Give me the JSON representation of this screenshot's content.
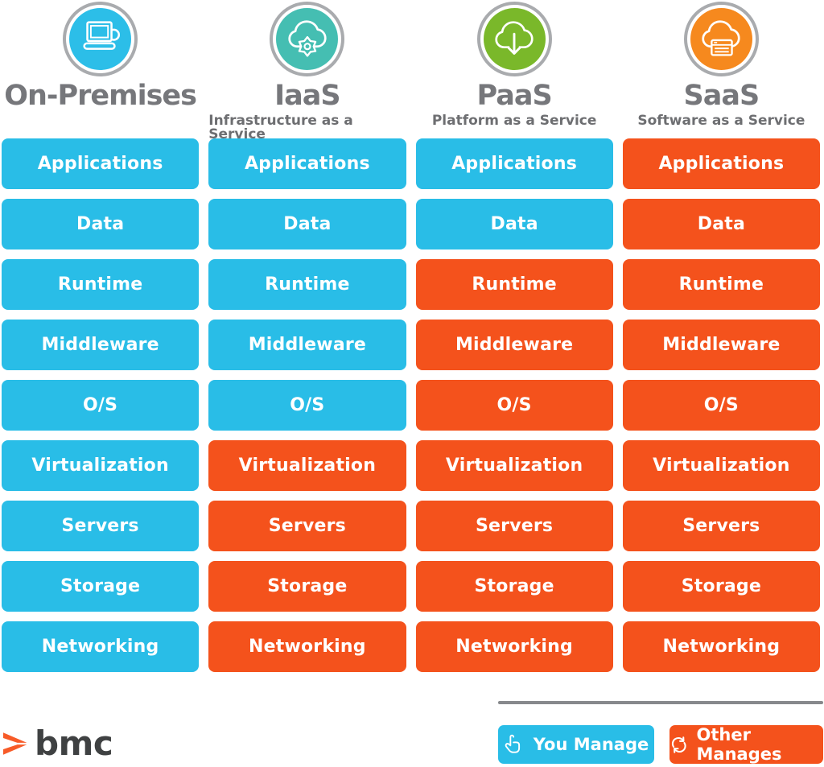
{
  "colors": {
    "you_manage_blue": "#29BDE7",
    "other_manages_orange": "#F4521C",
    "onprem_blue": "#2CBEE8",
    "iaas_teal": "#45BEB2",
    "paas_green": "#7AB82A",
    "saas_orange": "#F6891E",
    "title_gray": "#76777B",
    "subtitle_gray": "#6D6E71",
    "divider_gray": "#87898C",
    "bmc_text_gray": "#3F4142",
    "bmc_emblem_orange": "#F75B28",
    "icon_ring_gray": "#A9ABAE"
  },
  "columns": [
    {
      "title": "On-Premises",
      "subtitle": "",
      "icon": "laptop-icon",
      "icon_color": "#2CBEE8",
      "cells": [
        {
          "label": "Applications",
          "owner": "you"
        },
        {
          "label": "Data",
          "owner": "you"
        },
        {
          "label": "Runtime",
          "owner": "you"
        },
        {
          "label": "Middleware",
          "owner": "you"
        },
        {
          "label": "O/S",
          "owner": "you"
        },
        {
          "label": "Virtualization",
          "owner": "you"
        },
        {
          "label": "Servers",
          "owner": "you"
        },
        {
          "label": "Storage",
          "owner": "you"
        },
        {
          "label": "Networking",
          "owner": "you"
        }
      ]
    },
    {
      "title": "IaaS",
      "subtitle": "Infrastructure as a Service",
      "icon": "cloud-gear-icon",
      "icon_color": "#45BEB2",
      "cells": [
        {
          "label": "Applications",
          "owner": "you"
        },
        {
          "label": "Data",
          "owner": "you"
        },
        {
          "label": "Runtime",
          "owner": "you"
        },
        {
          "label": "Middleware",
          "owner": "you"
        },
        {
          "label": "O/S",
          "owner": "you"
        },
        {
          "label": "Virtualization",
          "owner": "other"
        },
        {
          "label": "Servers",
          "owner": "other"
        },
        {
          "label": "Storage",
          "owner": "other"
        },
        {
          "label": "Networking",
          "owner": "other"
        }
      ]
    },
    {
      "title": "PaaS",
      "subtitle": "Platform as a Service",
      "icon": "cloud-download-icon",
      "icon_color": "#7AB82A",
      "cells": [
        {
          "label": "Applications",
          "owner": "you"
        },
        {
          "label": "Data",
          "owner": "you"
        },
        {
          "label": "Runtime",
          "owner": "other"
        },
        {
          "label": "Middleware",
          "owner": "other"
        },
        {
          "label": "O/S",
          "owner": "other"
        },
        {
          "label": "Virtualization",
          "owner": "other"
        },
        {
          "label": "Servers",
          "owner": "other"
        },
        {
          "label": "Storage",
          "owner": "other"
        },
        {
          "label": "Networking",
          "owner": "other"
        }
      ]
    },
    {
      "title": "SaaS",
      "subtitle": "Software as a Service",
      "icon": "cloud-app-icon",
      "icon_color": "#F6891E",
      "cells": [
        {
          "label": "Applications",
          "owner": "other"
        },
        {
          "label": "Data",
          "owner": "other"
        },
        {
          "label": "Runtime",
          "owner": "other"
        },
        {
          "label": "Middleware",
          "owner": "other"
        },
        {
          "label": "O/S",
          "owner": "other"
        },
        {
          "label": "Virtualization",
          "owner": "other"
        },
        {
          "label": "Servers",
          "owner": "other"
        },
        {
          "label": "Storage",
          "owner": "other"
        },
        {
          "label": "Networking",
          "owner": "other"
        }
      ]
    }
  ],
  "legend": {
    "you_manage": "You Manage",
    "other_manages": "Other Manages"
  },
  "footer": {
    "brand": "bmc"
  }
}
